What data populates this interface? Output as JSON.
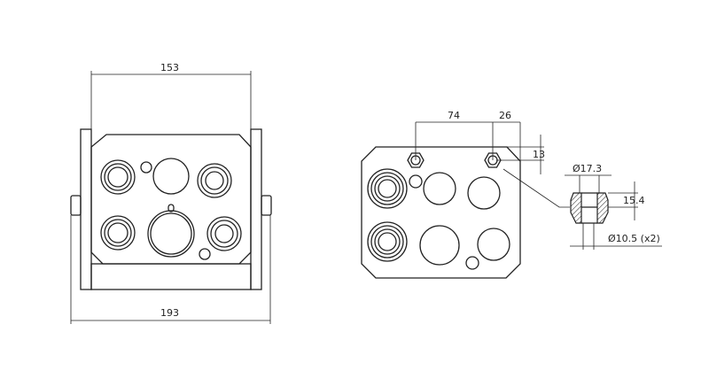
{
  "front_view": {
    "width_top": "153",
    "width_bottom": "193"
  },
  "side_view": {
    "spacing_a": "74",
    "spacing_b": "26",
    "offset": "13"
  },
  "detail": {
    "outer_diameter": "Ø17.3",
    "depth": "15.4",
    "bore_diameter": "Ø10.5 (x2)"
  },
  "colors": {
    "line": "#222222",
    "background": "#ffffff"
  }
}
